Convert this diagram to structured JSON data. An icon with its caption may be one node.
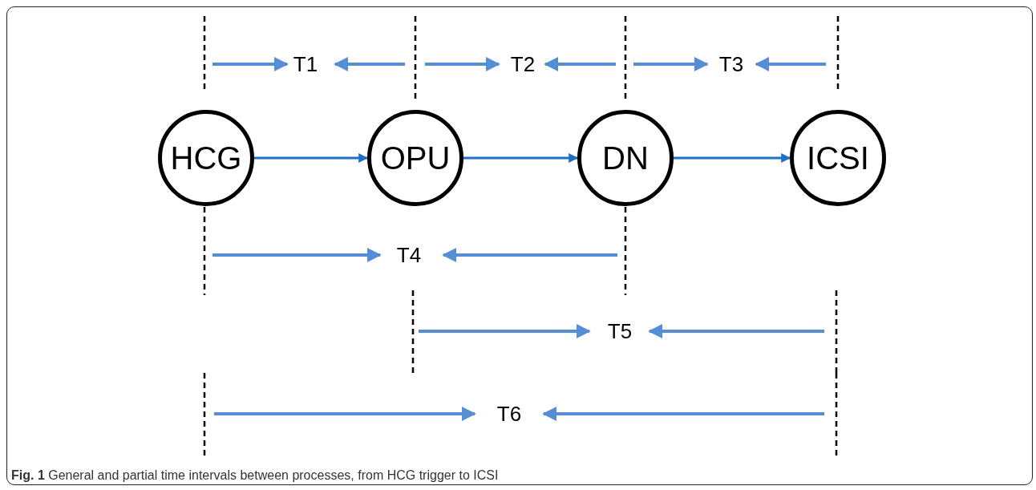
{
  "diagram": {
    "caption": "**Fig. 1** General and partial time intervals between processes, from HCG trigger to ICSI",
    "nodes": [
      {
        "text": [
          "HCG"
        ]
      },
      {
        "text": [
          "OPU"
        ]
      },
      {
        "text": [
          "DN"
        ]
      },
      {
        "text": [
          "ICSI"
        ]
      }
    ],
    "edges": [
      {
        "from": 0,
        "to": 1,
        "arrow": "to"
      },
      {
        "from": 1,
        "to": 2,
        "arrow": "to"
      },
      {
        "from": 2,
        "to": 3,
        "arrow": "to"
      }
    ],
    "labels": [
      "T1",
      "T2",
      "T3",
      "T4",
      "T5",
      "T6"
    ]
  }
}
